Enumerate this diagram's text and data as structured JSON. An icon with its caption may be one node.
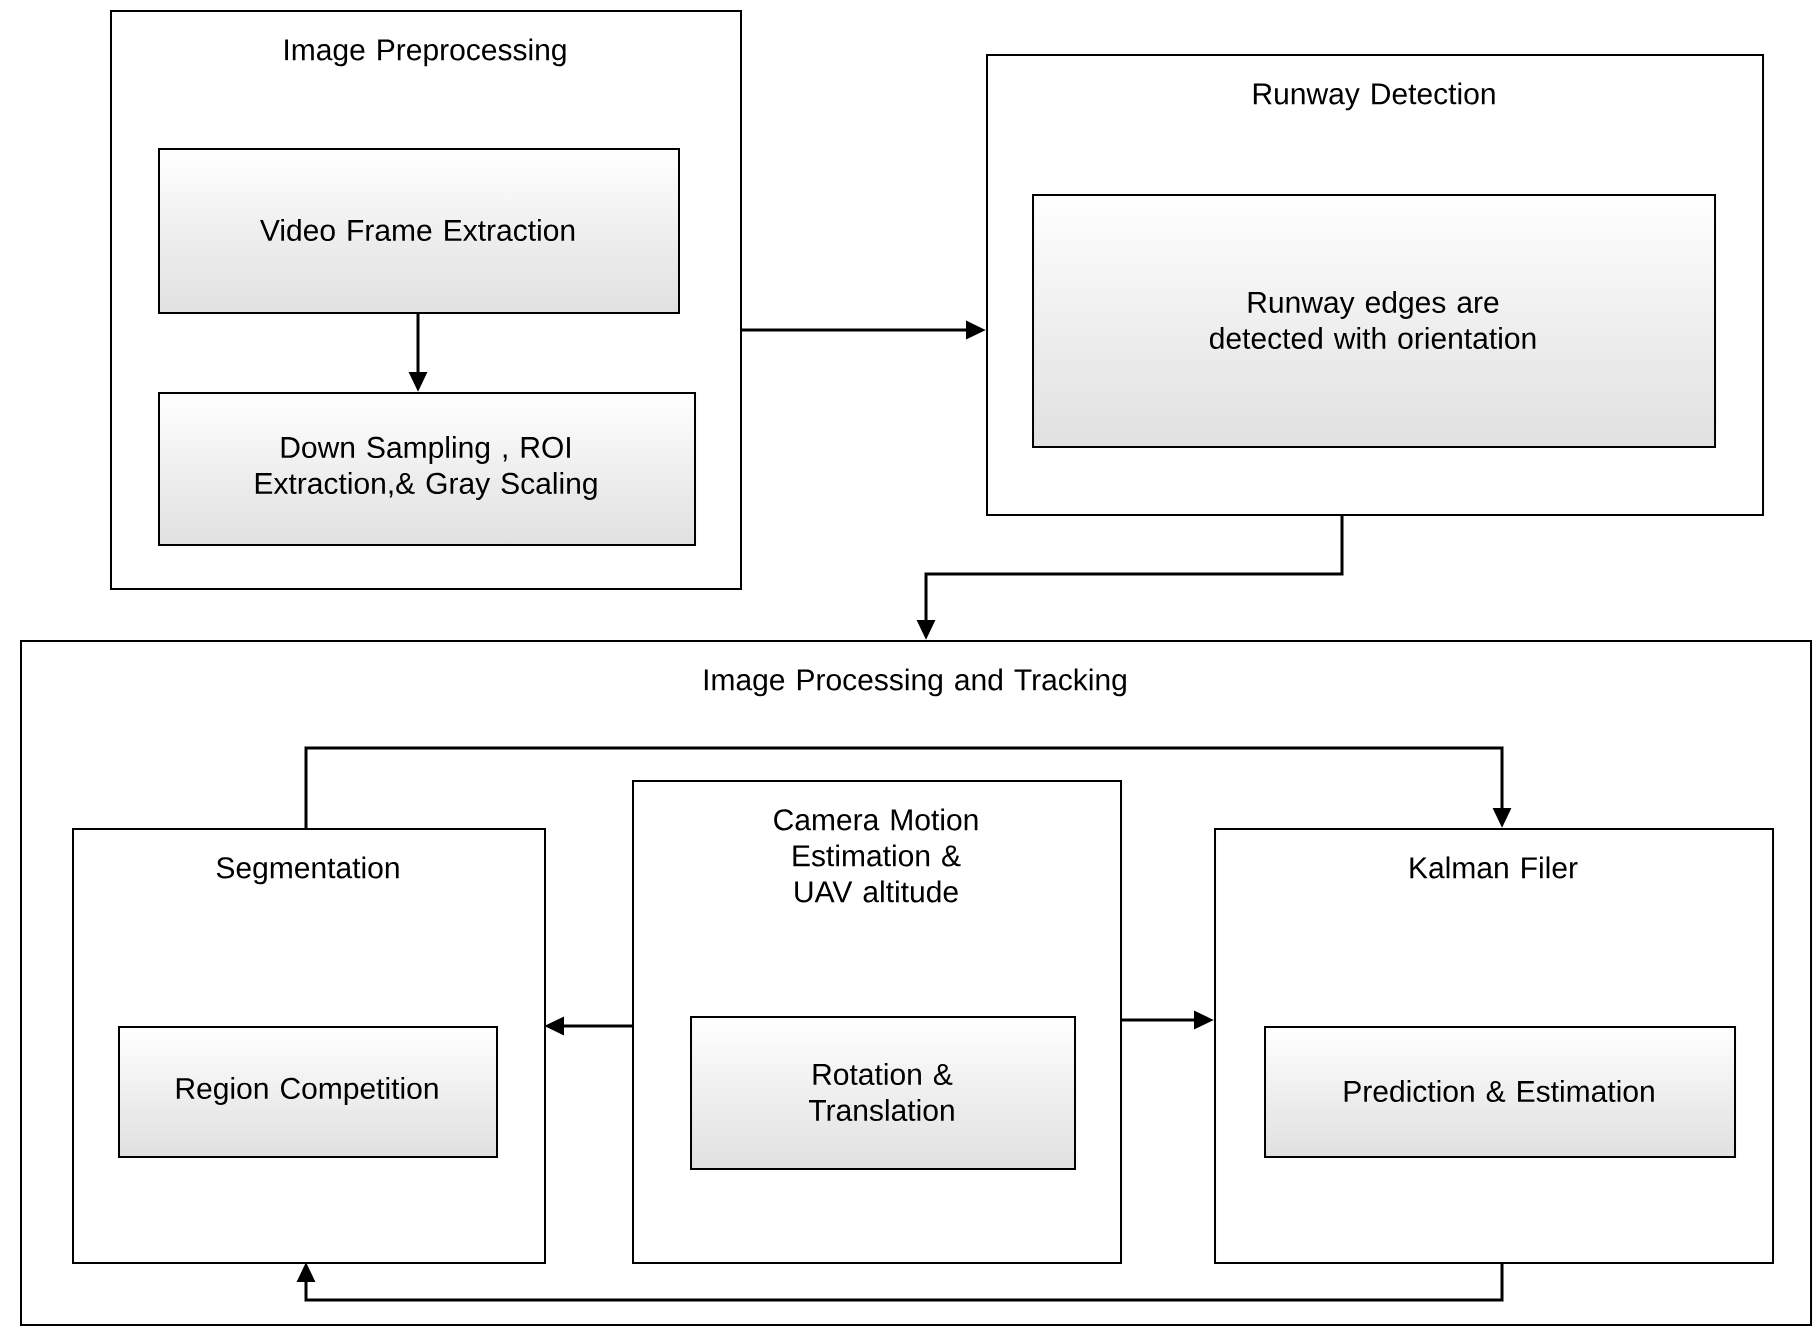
{
  "diagram": {
    "nodes": [
      {
        "text": [
          "Image Preprocessing"
        ]
      },
      {
        "text": [
          "Video Frame Extraction"
        ],
        "in": 0
      },
      {
        "text": [
          "Down Sampling , ROI Extraction,& Gray Scaling"
        ],
        "in": 0
      },
      {
        "text": [
          "Runway Detection"
        ]
      },
      {
        "text": [
          "Runway edges are detected with orientation"
        ],
        "in": 3
      },
      {
        "text": [
          "Image Processing and Tracking"
        ]
      },
      {
        "text": [
          "Segmentation"
        ],
        "in": 5
      },
      {
        "text": [
          "Region Competition"
        ],
        "in": 6
      },
      {
        "text": [
          "Camera Motion Estimation & UAV altitude"
        ],
        "in": 5
      },
      {
        "text": [
          "Rotation & Translation"
        ],
        "in": 8
      },
      {
        "text": [
          "Kalman Filer"
        ],
        "in": 5
      },
      {
        "text": [
          "Prediction & Estimation"
        ],
        "in": 10
      }
    ],
    "edges": [
      {
        "from": 1,
        "to": 2,
        "arrow": "to"
      },
      {
        "from": 0,
        "to": 3,
        "arrow": "to"
      },
      {
        "from": 3,
        "to": 5,
        "arrow": "to"
      },
      {
        "from": 6,
        "to": 10,
        "arrow": "to"
      },
      {
        "from": 8,
        "to": 6,
        "arrow": "to"
      },
      {
        "from": 8,
        "to": 10,
        "arrow": "to"
      },
      {
        "from": 10,
        "to": 6,
        "arrow": "to"
      }
    ]
  }
}
